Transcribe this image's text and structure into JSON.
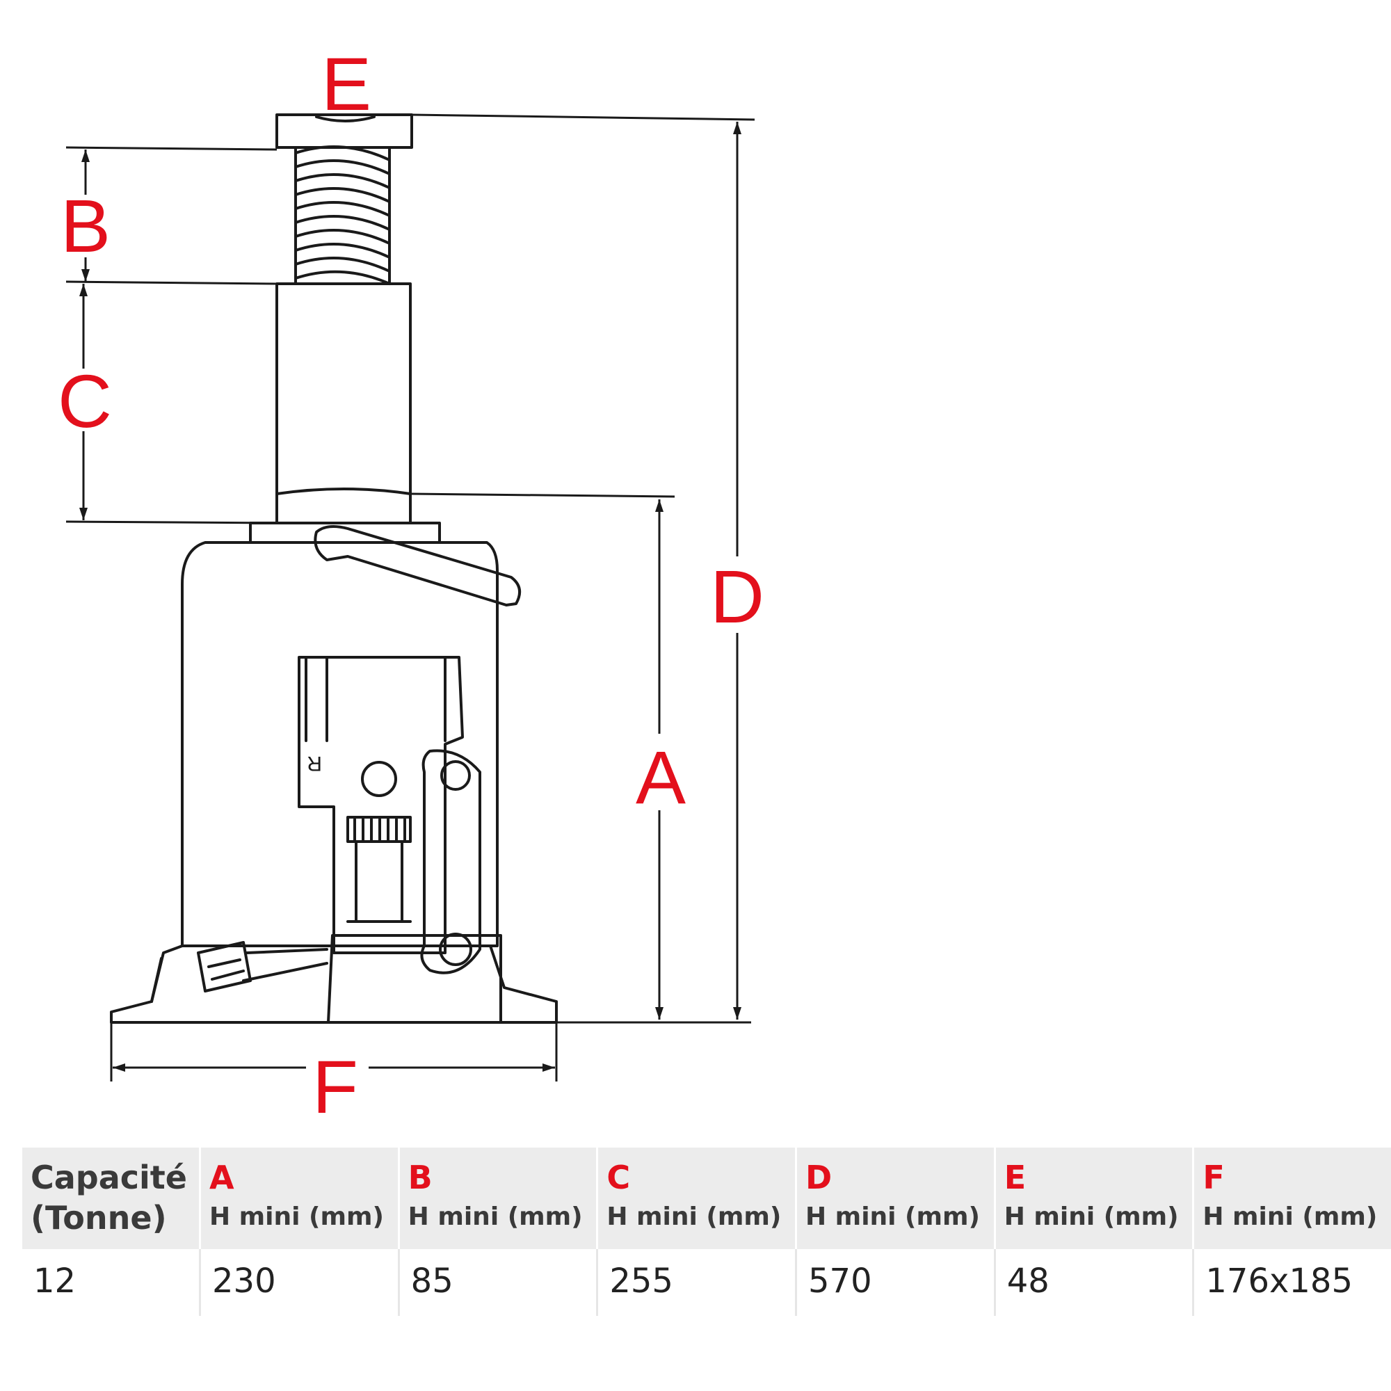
{
  "diagram": {
    "labels": {
      "A": "A",
      "B": "B",
      "C": "C",
      "D": "D",
      "E": "E",
      "F": "F"
    },
    "marking": "R"
  },
  "table": {
    "capacity_header_line1": "Capacité",
    "capacity_header_line2": "(Tonne)",
    "columns": [
      {
        "letter": "A",
        "sub": "H mini (mm)"
      },
      {
        "letter": "B",
        "sub": "H mini (mm)"
      },
      {
        "letter": "C",
        "sub": "H mini (mm)"
      },
      {
        "letter": "D",
        "sub": "H mini (mm)"
      },
      {
        "letter": "E",
        "sub": "H mini (mm)"
      },
      {
        "letter": "F",
        "sub": "H mini (mm)"
      }
    ],
    "row": {
      "capacity": "12",
      "values": [
        "230",
        "85",
        "255",
        "570",
        "48",
        "176x185"
      ]
    }
  },
  "colors": {
    "accent_red": "#e3101c",
    "line": "#1a1a1a",
    "header_bg": "#ececec"
  }
}
